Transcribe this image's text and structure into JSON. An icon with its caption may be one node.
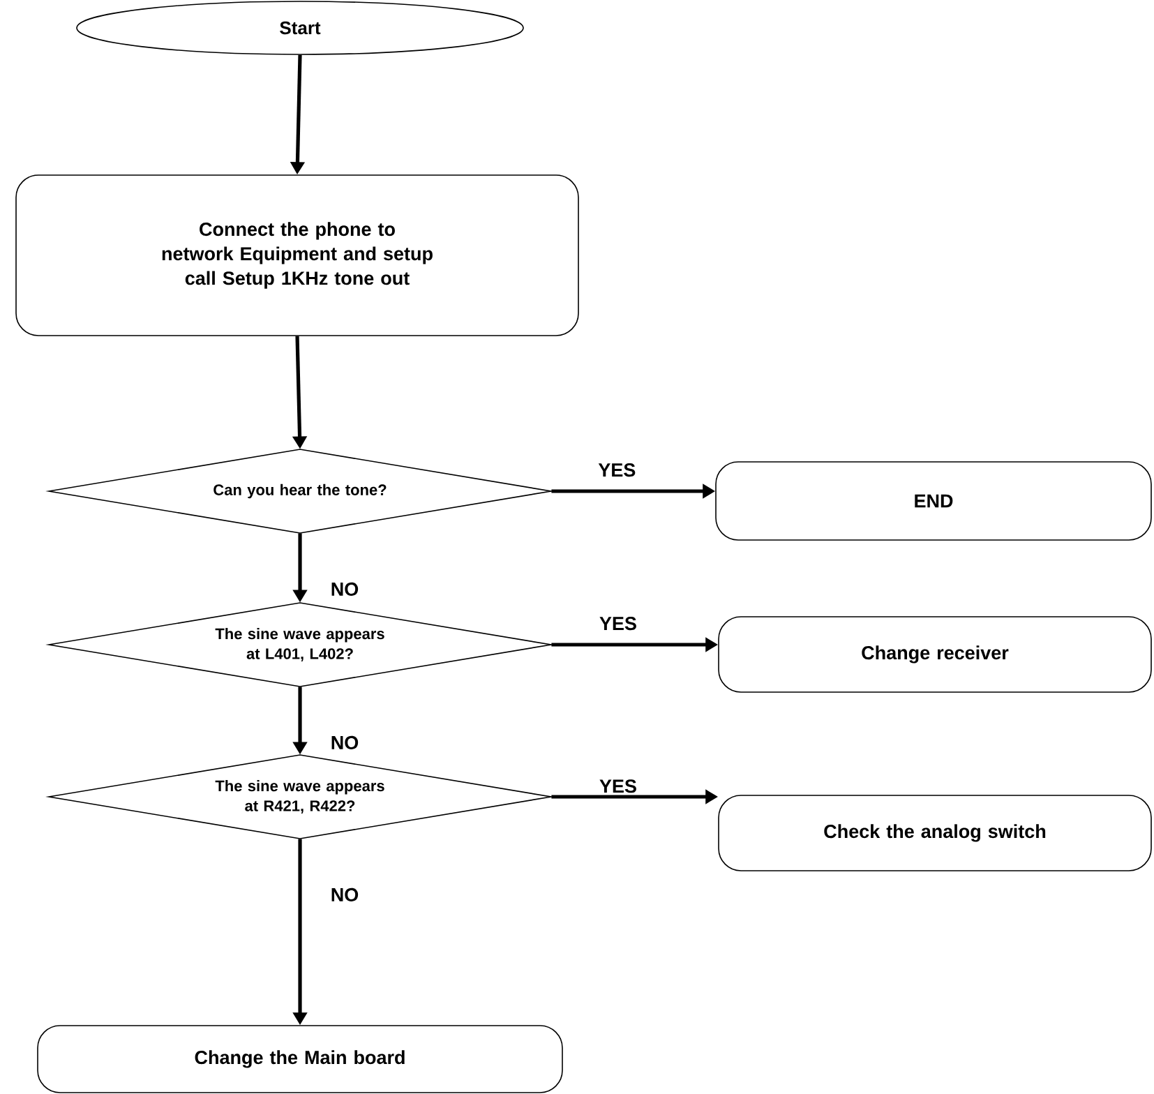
{
  "diagram": {
    "nodes": [
      {
        "text": [
          "Start"
        ]
      },
      {
        "text": [
          "Connect the phone to network Equipment and setup call Setup 1KHz tone out"
        ]
      },
      {
        "text": [
          "Can you hear the tone?"
        ]
      },
      {
        "text": [
          "END"
        ]
      },
      {
        "text": [
          "The sine wave appears at L401, L402?"
        ]
      },
      {
        "text": [
          "Change receiver"
        ]
      },
      {
        "text": [
          "The sine wave appears at R421, R422?"
        ]
      },
      {
        "text": [
          "Check the analog switch"
        ]
      },
      {
        "text": [
          "Change the Main board"
        ]
      }
    ],
    "edges": [
      {
        "from": 0,
        "to": 1,
        "arrow": "to"
      },
      {
        "from": 1,
        "to": 2,
        "arrow": "to"
      },
      {
        "from": 2,
        "to": 3,
        "arrow": "to",
        "label": "YES"
      },
      {
        "from": 2,
        "to": 4,
        "arrow": "to",
        "label": "NO"
      },
      {
        "from": 4,
        "to": 5,
        "arrow": "to",
        "label": "YES"
      },
      {
        "from": 4,
        "to": 6,
        "arrow": "to",
        "label": "NO"
      },
      {
        "from": 6,
        "to": 7,
        "arrow": "to",
        "label": "YES"
      },
      {
        "from": 6,
        "to": 8,
        "arrow": "to",
        "label": "NO"
      }
    ]
  }
}
